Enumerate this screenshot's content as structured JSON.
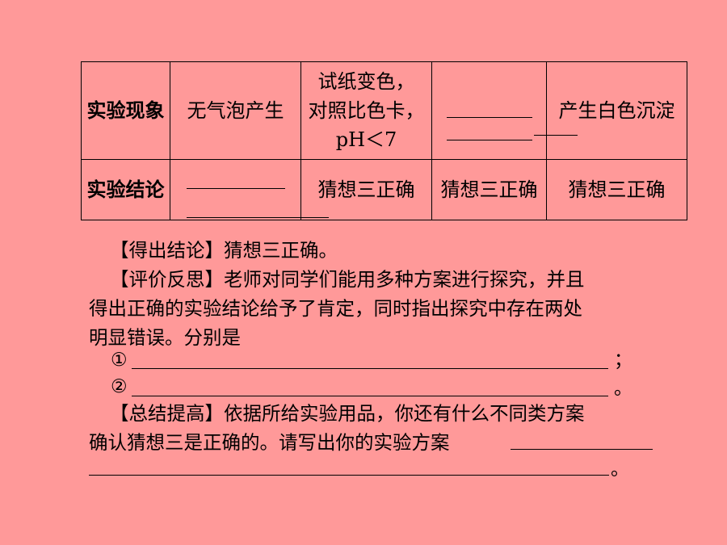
{
  "table": {
    "row_phenomenon": {
      "header": "实验现象",
      "col1": "无气泡产生",
      "col2_line1": "试纸变色，",
      "col2_line2": "对照比色卡，",
      "col2_line3": "pH＜7",
      "col4": "产生白色沉淀"
    },
    "row_conclusion": {
      "header": "实验结论",
      "col2": "猜想三正确",
      "col3": "猜想三正确",
      "col4": "猜想三正确"
    }
  },
  "paragraphs": {
    "conclusion": "【得出结论】猜想三正确。",
    "reflection_line1": "【评价反思】老师对同学们能用多种方案进行探究，并且",
    "reflection_line2": "得出正确的实验结论给予了肯定，同时指出探究中存在两处",
    "reflection_line3": "明显错误。分别是",
    "item1_marker": "①",
    "item1_end": "；",
    "item2_marker": "②",
    "item2_end": "。",
    "summary_line1": "【总结提高】依据所给实验用品，你还有什么不同类方案",
    "summary_line2": "确认猜想三是正确的。请写出你的实验方案",
    "summary_end": "。"
  }
}
